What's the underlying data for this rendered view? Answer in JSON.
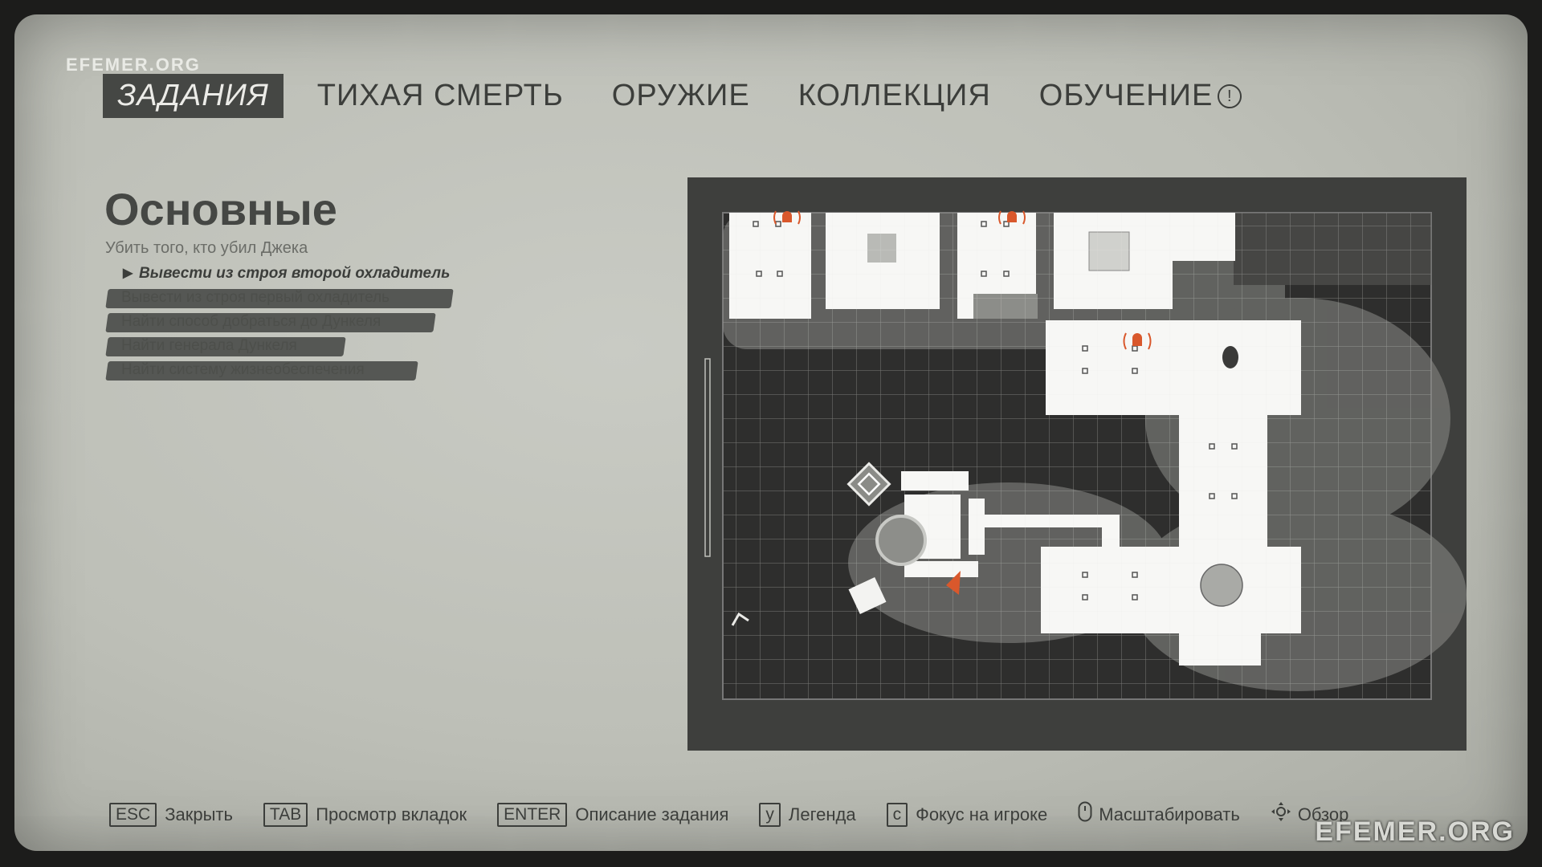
{
  "watermark_top": "EFEMER.ORG",
  "watermark_bottom": "EFEMER.ORG",
  "tabs": [
    {
      "label": "ЗАДАНИЯ",
      "active": true
    },
    {
      "label": "ТИХАЯ СМЕРТЬ",
      "active": false
    },
    {
      "label": "ОРУЖИЕ",
      "active": false
    },
    {
      "label": "КОЛЛЕКЦИЯ",
      "active": false
    },
    {
      "label": "ОБУЧЕНИЕ",
      "active": false,
      "alert": "!"
    }
  ],
  "missions": {
    "section_title": "Основные",
    "mission_name": "Убить того, кто убил Джека",
    "objectives": [
      {
        "text": "Вывести из строя второй охладитель",
        "status": "current"
      },
      {
        "text": "Вывести из строя первый охладитель",
        "status": "completed"
      },
      {
        "text": "Найти способ добраться до Дункеля",
        "status": "completed"
      },
      {
        "text": "Найти генерала Дункеля",
        "status": "completed"
      },
      {
        "text": "Найти систему жизнеобеспечения",
        "status": "completed"
      }
    ]
  },
  "map": {
    "colors": {
      "floor": "#f7f7f5",
      "void": "#2f2f2e",
      "frame": "#3e3f3d",
      "marker": "#d9582c",
      "fog": "#8c8d89"
    },
    "icons": [
      "alarm-icon",
      "player-marker-icon",
      "objective-diamond-icon",
      "north-arrow-icon"
    ]
  },
  "hints": [
    {
      "key": "ESC",
      "label": "Закрыть"
    },
    {
      "key": "TAB",
      "label": "Просмотр вкладок"
    },
    {
      "key": "ENTER",
      "label": "Описание задания"
    },
    {
      "key": "y",
      "label": "Легенда"
    },
    {
      "key": "c",
      "label": "Фокус на игроке"
    },
    {
      "icon": "mouse-scroll-icon",
      "label": "Масштабировать"
    },
    {
      "icon": "move-icon",
      "label": "Обзор"
    }
  ]
}
